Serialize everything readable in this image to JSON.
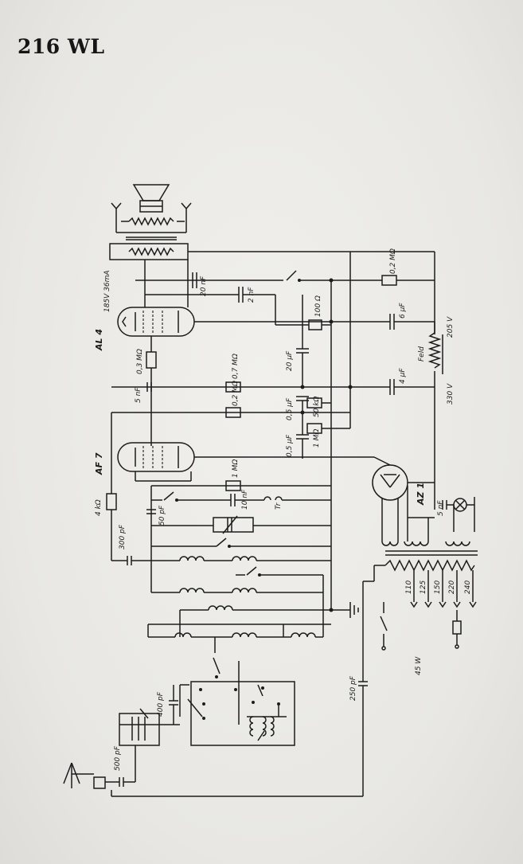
{
  "title": "216 WL",
  "tubes": {
    "output": "AL 4",
    "af": "AF 7",
    "rectifier": "AZ 1"
  },
  "labels": {
    "al4_bias": "185V 36mA",
    "r_03m": "0,3 MΩ",
    "c_5nf_a": "5 nF",
    "c_20nf": "20 nF",
    "c_2nf": "2 nF",
    "r_02m_top": "0,2 MΩ",
    "c_6uf": "6 µF",
    "r_100": "100 Ω",
    "c_20uf": "20 µF",
    "field": "Feld",
    "v205": "205 V",
    "v330": "330 V",
    "c_4uf": "4 µF",
    "r_07m": "0,7 MΩ",
    "r_02m": "0,2 MΩ",
    "c_05uf_a": "0,5 µF",
    "r_50k": "50 kΩ",
    "c_05uf_b": "0,5 µF",
    "r_1m": "1 MΩ",
    "r_4k": "4 kΩ",
    "r_1m_b": "1 MΩ",
    "c_50pf": "50 pF",
    "c_10nf": "10 nF",
    "tr": "Tr",
    "c_300pf": "300 pF",
    "c_5nf_b": "5 nF",
    "taps": [
      "110",
      "125",
      "150",
      "220",
      "240"
    ],
    "power": "45 W",
    "c_250pf": "250 pF",
    "c_400pf": "400 pF",
    "c_500pf": "500 pF"
  }
}
